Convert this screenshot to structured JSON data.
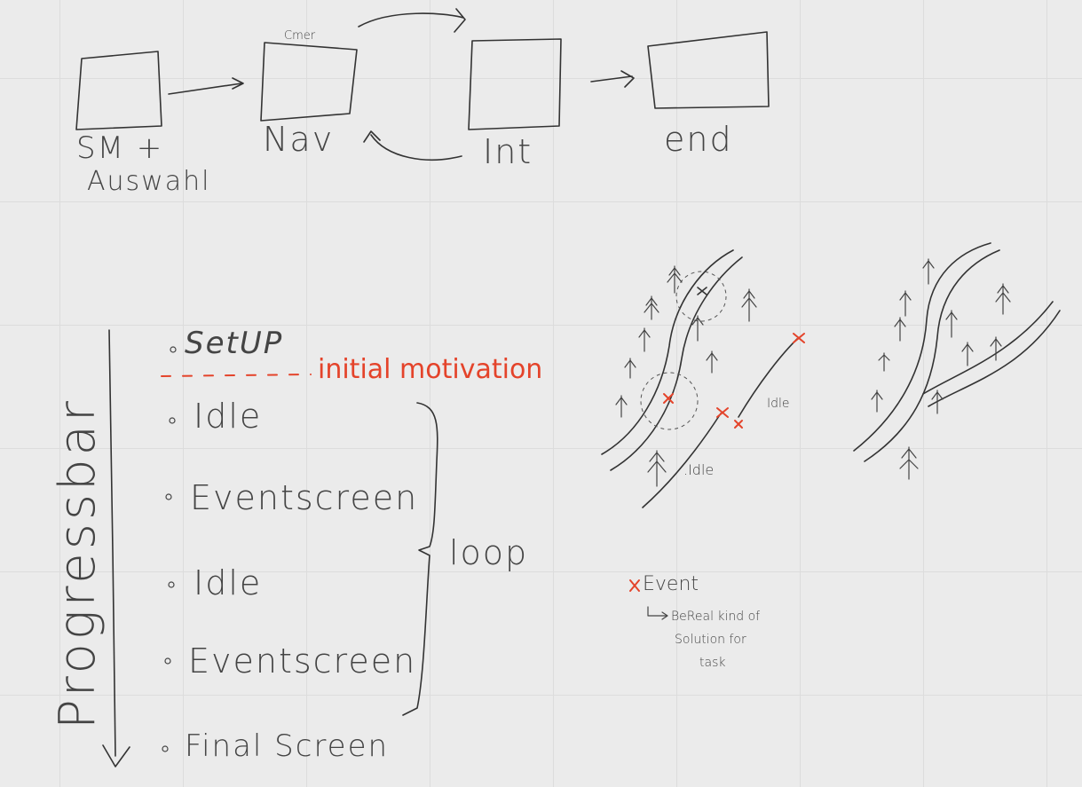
{
  "flow": {
    "box_labels": [
      "SM +",
      "Auswahl",
      "Nav",
      "Int",
      "end"
    ],
    "box_note": "Cmer"
  },
  "timeline": {
    "axis_label": "Progressbar",
    "items": [
      "SetUP",
      "Idle",
      "Eventscreen",
      "Idle",
      "Eventscreen",
      "Final Screen"
    ],
    "annotation": "initial motivation",
    "loop_label": "loop"
  },
  "map": {
    "idle_labels": [
      "Idle",
      ".Idle"
    ]
  },
  "legend": {
    "event_label": "Event",
    "note_lines": [
      "BeReal kind of",
      "Solution for",
      "task"
    ]
  },
  "colors": {
    "ink": "#333333",
    "accent": "#e4432a",
    "paper": "#ebebeb"
  }
}
